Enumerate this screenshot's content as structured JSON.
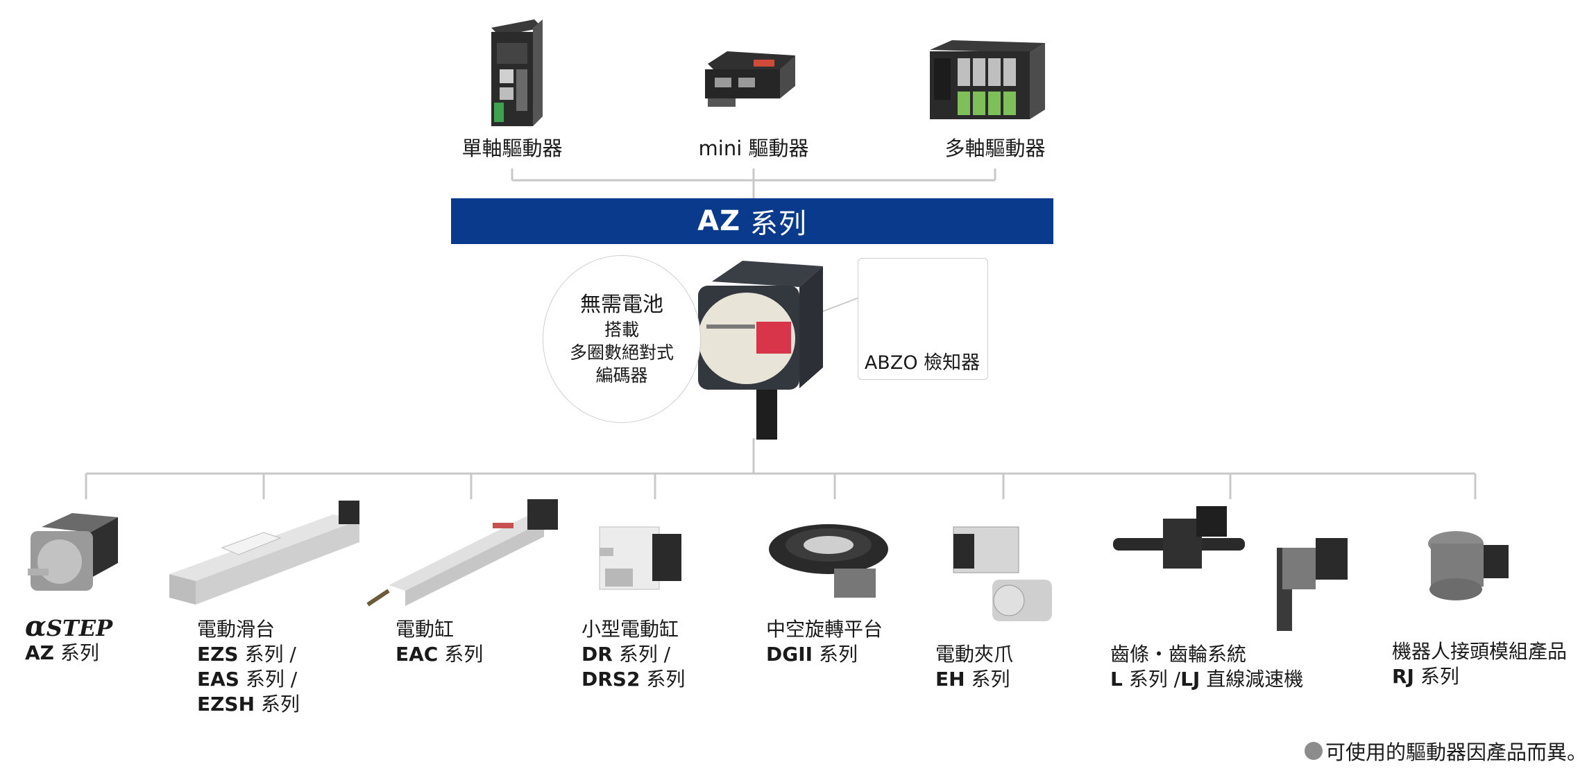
{
  "drivers": [
    {
      "label": "單軸驅動器",
      "icon": "single-axis-driver-icon"
    },
    {
      "label": "mini 驅動器",
      "icon": "mini-driver-icon"
    },
    {
      "label": "多軸驅動器",
      "icon": "multi-axis-driver-icon"
    }
  ],
  "az_bar": {
    "bold": "AZ",
    "rest": " 系列",
    "color": "#0a3a8c"
  },
  "battery_free": {
    "line1": "無需電池",
    "line2": "搭載",
    "line3": "多圈數絕對式",
    "line4": "編碼器"
  },
  "encoder": {
    "label": "ABZO 檢知器"
  },
  "products": [
    {
      "title_alpha": "α",
      "title_step": "STEP",
      "bold1": "AZ",
      "rest1": " 系列"
    },
    {
      "title": "電動滑台",
      "bold1": "EZS",
      "rest1": " 系列 /",
      "bold2": "EAS",
      "rest2": " 系列 /",
      "bold3": "EZSH",
      "rest3": " 系列"
    },
    {
      "title": "電動缸",
      "bold1": "EAC",
      "rest1": " 系列"
    },
    {
      "title": "小型電動缸",
      "bold1": "DR",
      "rest1": " 系列 /",
      "bold2": "DRS2",
      "rest2": " 系列"
    },
    {
      "title": "中空旋轉平台",
      "bold1": "DGII",
      "rest1": " 系列"
    },
    {
      "title": "電動夾爪",
      "bold1": "EH",
      "rest1": " 系列"
    },
    {
      "title": "齒條・齒輪系統",
      "bold1": "L",
      "rest1": " 系列 /",
      "bold_mid": "LJ",
      "rest_mid": " 直線減速機"
    },
    {
      "title": "機器人接頭模組產品",
      "bold1": "RJ",
      "rest1": " 系列"
    }
  ],
  "footnote": "可使用的驅動器因產品而異。"
}
